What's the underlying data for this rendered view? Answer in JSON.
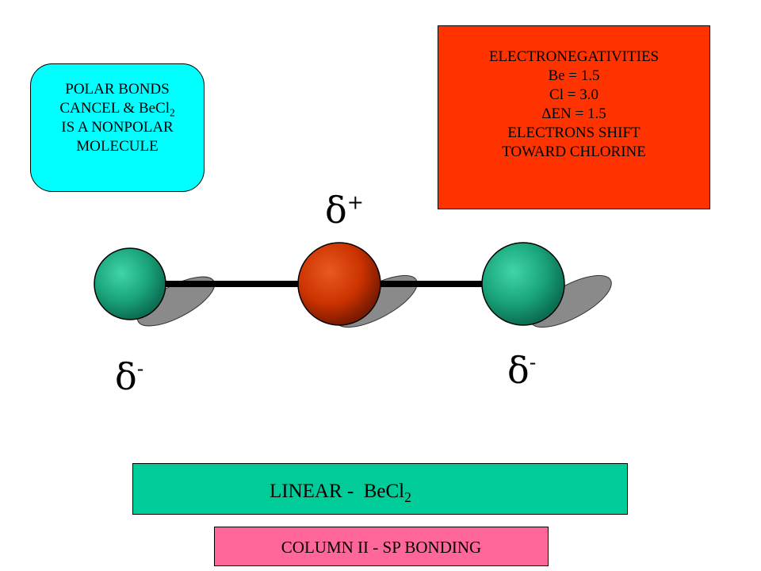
{
  "polar_box": {
    "line1": "POLAR BONDS",
    "line2_text": "CANCEL & BeCl",
    "line2_sub": "2",
    "line3": "IS A NONPOLAR",
    "line4": "MOLECULE"
  },
  "electronegativity_box": {
    "line1": "ELECTRONEGATIVITIES",
    "line2": "Be = 1.5",
    "line3": "Cl = 3.0",
    "line4": "ΔEN = 1.5",
    "line5": "ELECTRONS SHIFT",
    "line6": "TOWARD CHLORINE"
  },
  "charges": {
    "center_symbol": "δ",
    "center_sign": "+",
    "left_symbol": "δ",
    "left_sign": "-",
    "right_symbol": "δ",
    "right_sign": "-"
  },
  "molecule": {
    "center_atom_color": "#cc3300",
    "outer_atom_color": "#1aa37a",
    "bond_color": "#000000",
    "shadow_color": "#808080"
  },
  "shape_box": {
    "text": "LINEAR -  BeCl",
    "sub": "2"
  },
  "bonding_box": {
    "text": "COLUMN II - SP BONDING"
  },
  "colors": {
    "polar_box_bg": "#00ffff",
    "en_box_bg": "#ff3300",
    "shape_box_bg": "#00cc99",
    "bonding_box_bg": "#ff6699"
  }
}
